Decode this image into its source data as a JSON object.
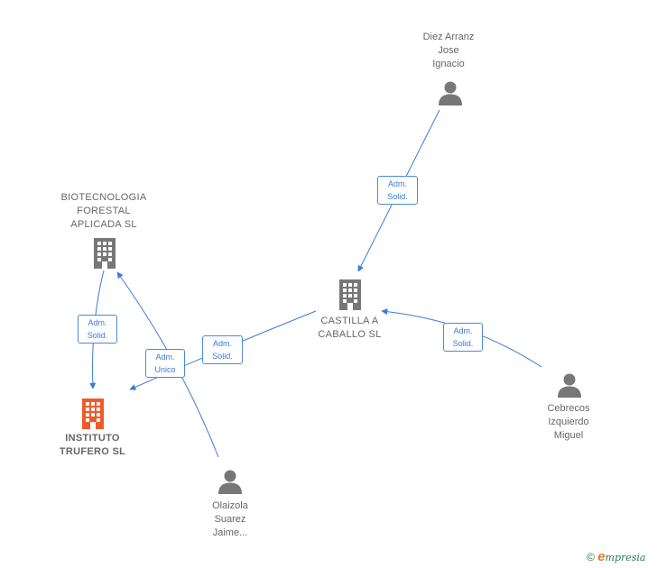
{
  "colors": {
    "edge": "#3a7bd5",
    "company": "#777777",
    "focus_company": "#f05a28",
    "person": "#777777"
  },
  "nodes": {
    "diez": {
      "name": "Diez Arranz\nJose\nIgnacio",
      "icon": "person-icon"
    },
    "biotec": {
      "name": "BIOTECNOLOGIA\nFORESTAL\nAPLICADA SL",
      "icon": "building-icon"
    },
    "castilla": {
      "name": "CASTILLA A\nCABALLO  SL",
      "icon": "building-icon"
    },
    "instituto": {
      "name": "INSTITUTO\nTRUFERO  SL",
      "icon": "building-icon"
    },
    "cebrecos": {
      "name": "Cebrecos\nIzquierdo\nMiguel",
      "icon": "person-icon"
    },
    "olaizola": {
      "name": "Olaizola\nSuarez\nJaime...",
      "icon": "person-icon"
    }
  },
  "edges": [
    {
      "from": "diez",
      "to": "castilla",
      "label": "Adm.\nSolid."
    },
    {
      "from": "biotec",
      "to": "instituto",
      "label": "Adm.\nSolid."
    },
    {
      "from": "castilla",
      "to": "instituto",
      "label": "Adm.\nSolid."
    },
    {
      "from": "olaizola",
      "to": "biotec",
      "label": "Adm.\nUnico"
    },
    {
      "from": "cebrecos",
      "to": "castilla",
      "label": "Adm.\nSolid."
    }
  ],
  "footer": {
    "copyright": "©",
    "brand_initial": "e",
    "brand_rest": "mpresia"
  }
}
